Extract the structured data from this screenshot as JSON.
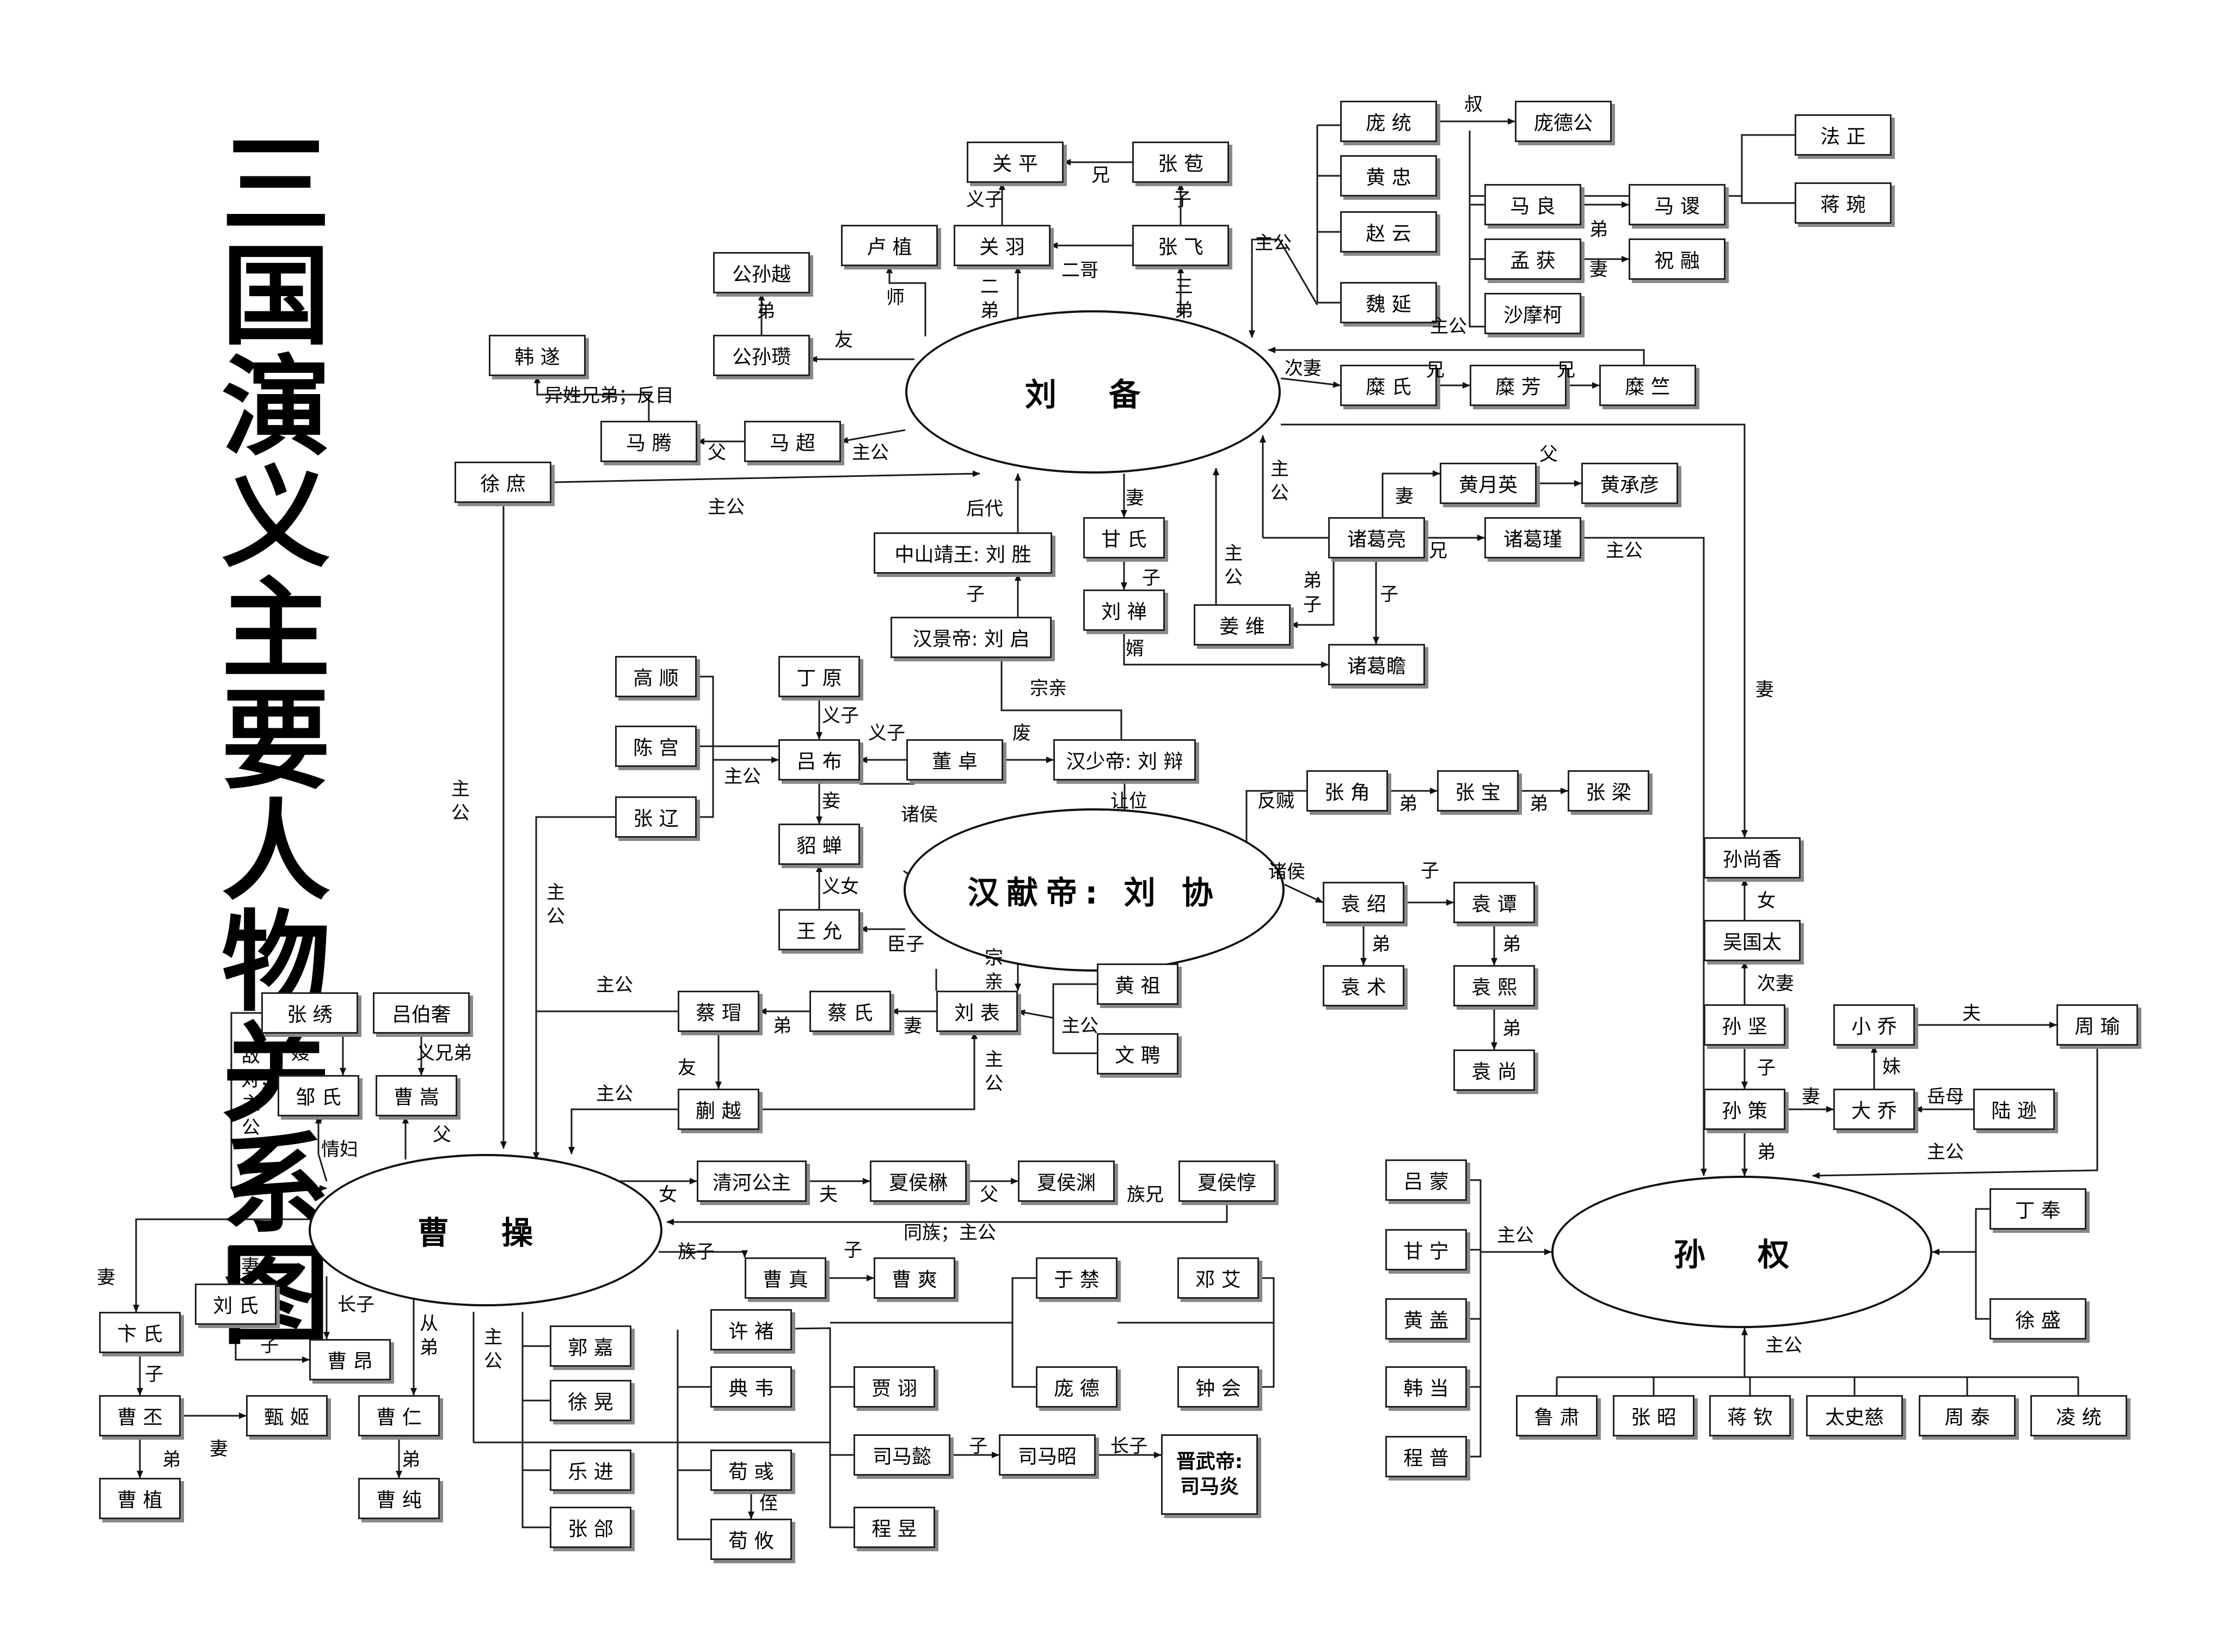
{
  "title": "三国演义主要人物关系图",
  "hubs": {
    "liubei": "刘 备",
    "xiandi": "汉献帝: 刘 协",
    "caocao": "曹 操",
    "sunquan": "孙 权"
  },
  "people": {
    "guanping": "关 平",
    "zhangbao": "张 苞",
    "lupeng": "卢 植",
    "guanyu": "关 羽",
    "zhangfei": "张 飞",
    "gongsunyue": "公孙越",
    "gongsunzan": "公孙瓒",
    "hansui": "韩 遂",
    "mateng": "马 腾",
    "machao": "马 超",
    "xushu": "徐 庶",
    "pangtong": "庞 统",
    "pangdegong": "庞德公",
    "huangzhong": "黄 忠",
    "zhaoyun": "赵 云",
    "weiyan": "魏 延",
    "maliang": "马 良",
    "masu": "马 谡",
    "menghuo": "孟 获",
    "zhurong": "祝 融",
    "shamoke": "沙摩柯",
    "fazheng": "法 正",
    "jiangwan": "蒋 琬",
    "mishi": "糜 氏",
    "mifang": "糜 芳",
    "mizhu": "糜 竺",
    "huangyueying": "黄月英",
    "huangchengyan": "黄承彦",
    "zhugeliang": "诸葛亮",
    "zhugejin": "诸葛瑾",
    "zhugezhan": "诸葛瞻",
    "ganshi": "甘 氏",
    "liushan": "刘 禅",
    "jiangwei": "姜 维",
    "liusheng": "中山靖王: 刘 胜",
    "liuqi": "汉景帝: 刘 启",
    "gaoshun": "高 顺",
    "chengong": "陈 宫",
    "zhangliao": "张 辽",
    "dingyuan": "丁 原",
    "lvbu": "吕 布",
    "dongzhuo": "董 卓",
    "liubian": "汉少帝: 刘 辩",
    "diaochan": "貂 蝉",
    "wangyun": "王 允",
    "zhangjiao": "张 角",
    "zhangbao2": "张 宝",
    "zhangliang": "张 梁",
    "yuanshao": "袁 绍",
    "yuantan": "袁 谭",
    "yuanshu": "袁 术",
    "yuanxi": "袁 熙",
    "yuanshang": "袁 尚",
    "caimao": "蔡 瑁",
    "caishi": "蔡 氏",
    "liubiao": "刘 表",
    "huangzu": "黄 祖",
    "wenpin": "文 聘",
    "kuaiyue": "蒯 越",
    "zhangxiu": "张 绣",
    "lvboshe": "吕伯奢",
    "zoushi": "邹 氏",
    "caosong": "曹 嵩",
    "qinghe": "清河公主",
    "xiahoumao": "夏侯楙",
    "xiahouyuan": "夏侯渊",
    "xiahoudun": "夏侯惇",
    "caozhen": "曹 真",
    "caoshuang": "曹 爽",
    "yujin": "于 禁",
    "dengai": "邓 艾",
    "pangde": "庞 德",
    "zhonghui": "钟 会",
    "xuchu": "许 褚",
    "dianwei": "典 韦",
    "jiaxu": "贾 诩",
    "simayi": "司马懿",
    "simazhao": "司马昭",
    "simayan": "晋武帝: 司马炎",
    "xunyu": "荀 彧",
    "xunyou": "荀 攸",
    "chengyu": "程 昱",
    "guojia": "郭 嘉",
    "xuhuang": "徐 晃",
    "yuejin": "乐 进",
    "zhanghe": "张 郃",
    "bianshi": "卞 氏",
    "liushi": "刘 氏",
    "caoang": "曹 昂",
    "caopi": "曹 丕",
    "zhenji": "甄 姬",
    "caoren": "曹 仁",
    "caozhi": "曹 植",
    "caochun": "曹 纯",
    "sunshangxiang": "孙尚香",
    "wuguotai": "吴国太",
    "sunjian": "孙 坚",
    "sunce": "孙 策",
    "xiaoqiao": "小 乔",
    "daqiao": "大 乔",
    "zhouyu": "周 瑜",
    "luxun": "陆 逊",
    "lvmeng": "吕 蒙",
    "ganning": "甘 宁",
    "huanggai": "黄 盖",
    "handang": "韩 当",
    "chengpu": "程 普",
    "dingfeng": "丁 奉",
    "xusheng": "徐 盛",
    "lusu": "鲁 肃",
    "zhangzhao": "张 昭",
    "jiangqin": "蒋 钦",
    "taishici": "太史慈",
    "zhoutai": "周 泰",
    "lingtong": "凌 统"
  },
  "relations": {
    "r_xiong": "兄",
    "r_zi": "子",
    "r_yizi": "义子",
    "r_erge": "二哥",
    "r_erdi": "二弟",
    "r_sandi": "三弟",
    "r_shi": "师",
    "r_you": "友",
    "r_di": "弟",
    "r_yixing": "异姓兄弟；反目",
    "r_fu": "父",
    "r_zhugong": "主公",
    "r_shu": "叔",
    "r_qi": "妻",
    "r_ciqi": "次妻",
    "r_houdai": "后代",
    "r_dizi": "弟子",
    "r_xu": "婿",
    "r_zongqin": "宗亲",
    "r_fei": "废",
    "r_zhuhou": "诸侯",
    "r_rangwei": "让位",
    "r_qie": "妾",
    "r_yinv": "义女",
    "r_chenzi": "臣子",
    "r_fanzei": "反贼",
    "r_sao": "嫂",
    "r_diduizhugong": "敌对；主公",
    "r_qingfu": "情妇",
    "r_yixiongdi": "义兄弟",
    "r_nv": "女",
    "r_fu2": "夫",
    "r_zuxiong": "族兄",
    "r_tongzu": "同族；主公",
    "r_zuzi": "族子",
    "r_zhangzi": "长子",
    "r_congdi": "从弟",
    "r_zhi": "侄",
    "r_mei": "妹",
    "r_yuemu": "岳母"
  },
  "colors": {
    "line": "#1a1a1a",
    "shadow": "#888888"
  }
}
